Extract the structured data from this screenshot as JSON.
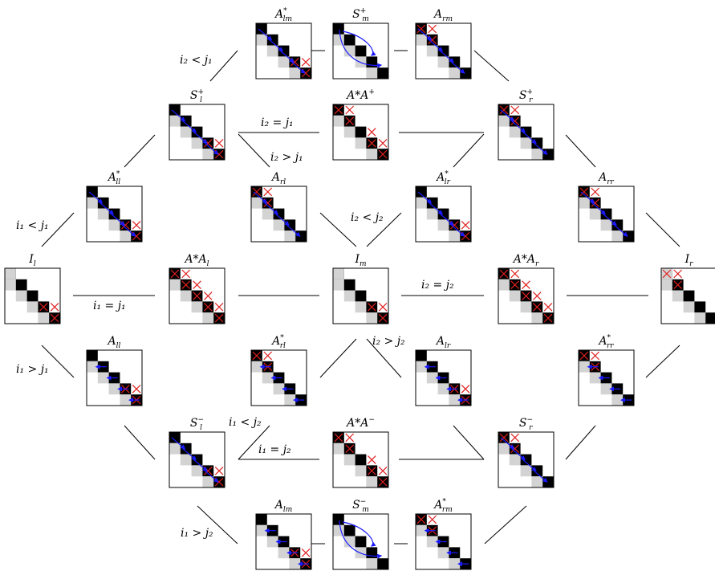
{
  "labels": {
    "I_l": "I",
    "I_l_sub": "l",
    "I_m": "I",
    "I_m_sub": "m",
    "I_r": "I",
    "I_r_sub": "r",
    "AAl": "A*A",
    "AAl_sub": "l",
    "AAr": "A*A",
    "AAr_sub": "r",
    "AAp": "A*A",
    "AAp_sup": "+",
    "AAm": "A*A",
    "AAm_sup": "−",
    "Alm_s": "A",
    "Alm_s_sub": "lm",
    "Alm_s_sup": "*",
    "Sm_p": "S",
    "Sm_p_sub": "m",
    "Sm_p_sup": "+",
    "Arm": "A",
    "Arm_sub": "rm",
    "Sl_p": "S",
    "Sl_p_sub": "l",
    "Sl_p_sup": "+",
    "Sr_p": "S",
    "Sr_p_sub": "r",
    "Sr_p_sup": "+",
    "All_s": "A",
    "All_s_sub": "ll",
    "All_s_sup": "*",
    "Arl": "A",
    "Arl_sub": "rl",
    "Alr_s": "A",
    "Alr_s_sub": "lr",
    "Alr_s_sup": "*",
    "Arr": "A",
    "Arr_sub": "rr",
    "All": "A",
    "All_sub": "ll",
    "Arl_s": "A",
    "Arl_s_sub": "rl",
    "Arl_s_sup": "*",
    "Alr": "A",
    "Alr_sub": "lr",
    "Arr_s": "A",
    "Arr_s_sub": "rr",
    "Arr_s_sup": "*",
    "Sl_m": "S",
    "Sl_m_sub": "l",
    "Sl_m_sup": "−",
    "Sr_m": "S",
    "Sr_m_sub": "r",
    "Sr_m_sup": "−",
    "Alm": "A",
    "Alm_sub": "lm",
    "Sm_m": "S",
    "Sm_m_sub": "m",
    "Sm_m_sup": "−",
    "Arm_s": "A",
    "Arm_s_sub": "rm",
    "Arm_s_sup": "*"
  },
  "conditions": {
    "c1": "i₂ < j₁",
    "c2": "i₂ = j₁",
    "c3": "i₂ > j₁",
    "c4": "i₁ < j₁",
    "c5": "i₂ < j₂",
    "c6": "i₁ = j₁",
    "c7": "i₂ = j₂",
    "c8": "i₁ > j₁",
    "c9": "i₂ > j₂",
    "c10": "i₁ < j₂",
    "c11": "i₁ = j₂",
    "c12": "i₁ > j₂"
  }
}
